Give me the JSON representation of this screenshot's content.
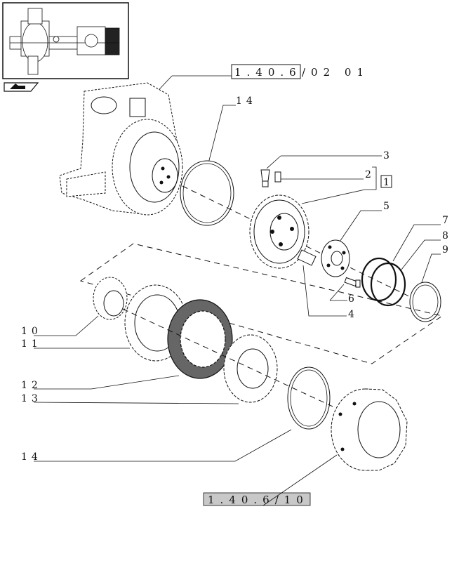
{
  "references": {
    "top_box": "1.40.6",
    "top_suffix": "/02  01",
    "bottom_box": "1.40.6/10"
  },
  "callouts": {
    "c14_top": "14",
    "c3": "3",
    "c2": "2",
    "c1": "1",
    "c5": "5",
    "c7": "7",
    "c8": "8",
    "c9": "9",
    "c6": "6",
    "c4": "4",
    "c10": "10",
    "c11": "11",
    "c12": "12",
    "c13": "13",
    "c14_bottom": "14"
  },
  "icons": {
    "thumbnail": "axle-assembly-thumbnail",
    "nav": "next-page-arrow-icon"
  }
}
